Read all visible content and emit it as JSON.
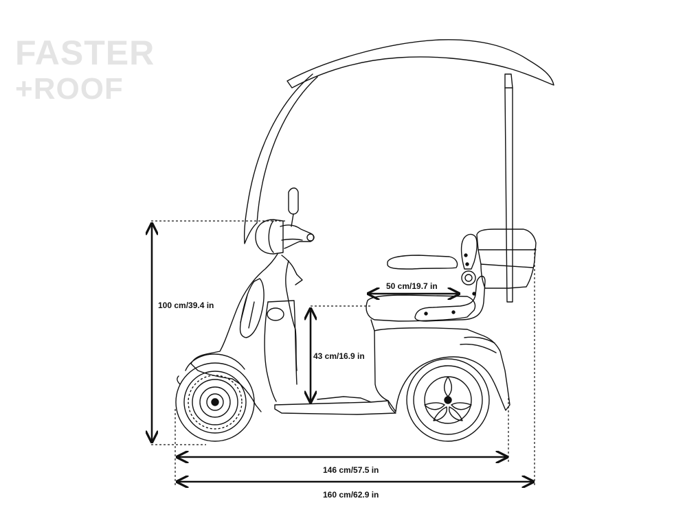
{
  "brand": {
    "line1": "FASTER",
    "line2": "+ROOF"
  },
  "dimensions": {
    "height_total": "100 cm/39.4 in",
    "seat_height": "43 cm/16.9 in",
    "seat_depth": "50 cm/19.7 in",
    "wheelbase": "146 cm/57.5 in",
    "length_total": "160 cm/62.9 in"
  },
  "colors": {
    "line": "#111111",
    "brand": "#e4e4e4"
  }
}
